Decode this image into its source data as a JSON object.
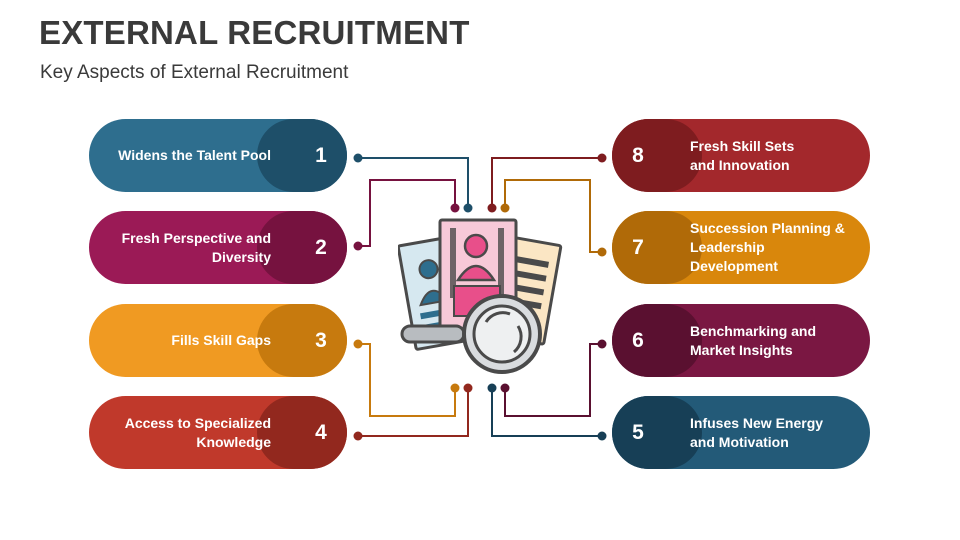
{
  "header": {
    "title": "EXTERNAL RECRUITMENT",
    "subtitle": "Key Aspects of External Recruitment"
  },
  "aspects": [
    {
      "number": "1",
      "label": "Widens the Talent Pool",
      "color": "#2e6e8e",
      "cap_color": "#1e4f69"
    },
    {
      "number": "2",
      "label": "Fresh Perspective and\nDiversity",
      "color": "#9b1a56",
      "cap_color": "#76123f"
    },
    {
      "number": "3",
      "label": "Fills Skill Gaps",
      "color": "#f09a22",
      "cap_color": "#c77a0e"
    },
    {
      "number": "4",
      "label": "Access to Specialized\nKnowledge",
      "color": "#c0392b",
      "cap_color": "#92281e"
    },
    {
      "number": "5",
      "label": "Infuses New Energy\nand Motivation",
      "color": "#235a78",
      "cap_color": "#173f56"
    },
    {
      "number": "6",
      "label": "Benchmarking and\nMarket Insights",
      "color": "#7a1742",
      "cap_color": "#5a1030"
    },
    {
      "number": "7",
      "label": "Succession Planning &\nLeadership Development",
      "color": "#d9870c",
      "cap_color": "#b06a08"
    },
    {
      "number": "8",
      "label": "Fresh Skill Sets\nand Innovation",
      "color": "#a3282c",
      "cap_color": "#7e1c1f"
    }
  ],
  "center_icon": "resume-search-icon"
}
